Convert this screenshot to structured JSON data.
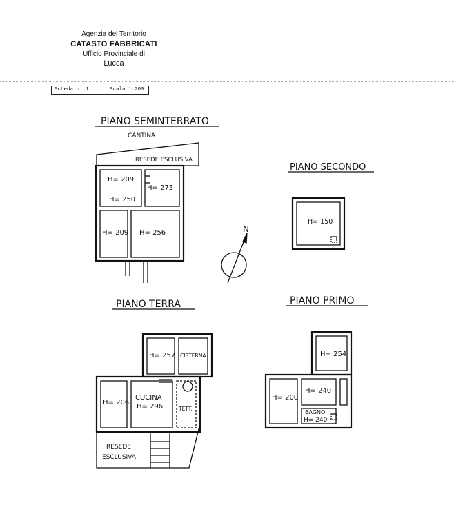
{
  "header": {
    "agency": "Agenzia del Territorio",
    "catasto": "CATASTO FABBRICATI",
    "ufficio": "Ufficio Provinciale di",
    "city": "Lucca"
  },
  "scheda": {
    "scheda_label": "Scheda n. 1",
    "scala_label": "Scala 1:200"
  },
  "plans": {
    "seminterrato": {
      "title": "PIANO SEMINTERRATO",
      "subtitle": "CANTINA",
      "resede": "RESEDE ESCLUSIVA",
      "rooms": [
        "H= 209",
        "H= 250",
        "H= 273",
        "H= 209",
        "H= 256"
      ]
    },
    "secondo": {
      "title": "PIANO SECONDO",
      "rooms": [
        "H= 150"
      ]
    },
    "terra": {
      "title": "PIANO TERRA",
      "rooms": [
        "H= 257",
        "CISTERNA",
        "H= 206",
        "CUCINA",
        "H= 296",
        "TETT."
      ],
      "resede_line1": "RESEDE",
      "resede_line2": "ESCLUSIVA"
    },
    "primo": {
      "title": "PIANO PRIMO",
      "rooms": [
        "H= 254",
        "H= 200",
        "H= 240",
        "BAGNO",
        "H= 240"
      ]
    }
  },
  "north_label": "N"
}
